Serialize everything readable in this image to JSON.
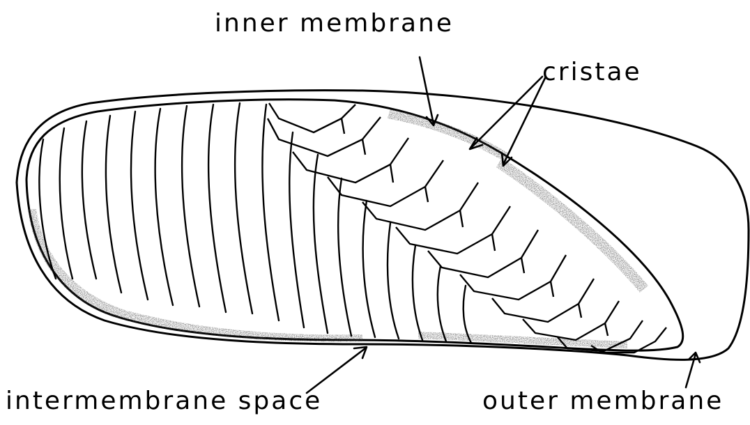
{
  "diagram": {
    "subject": "mitochondrion",
    "labels": {
      "inner_membrane": "inner membrane",
      "cristae": "cristae",
      "intermembrane_space": "intermembrane space",
      "outer_membrane": "outer membrane"
    },
    "colors": {
      "ink": "#000000",
      "paper": "#ffffff",
      "shading": "#3a3a3a"
    }
  }
}
